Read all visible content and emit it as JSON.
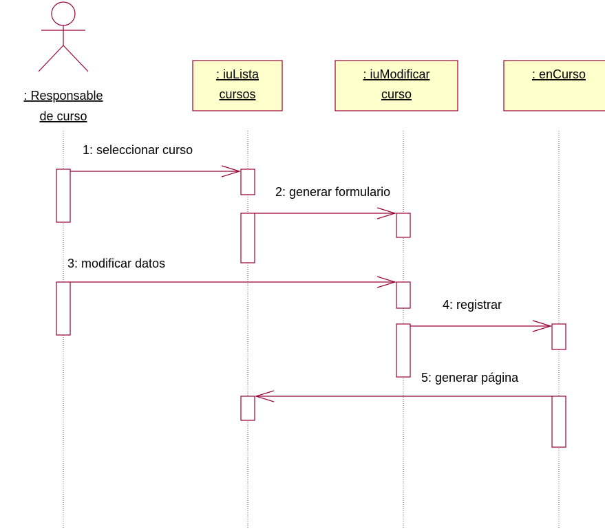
{
  "colors": {
    "object_fill": "#ffffcc",
    "object_border": "#990033",
    "message_line": "#990033",
    "activation_border": "#990033",
    "lifeline": "#555555"
  },
  "actor": {
    "icon": "stick-figure-actor-icon",
    "label_line1": ": Responsable",
    "label_line2": "de curso"
  },
  "objects": [
    {
      "id": "iulista",
      "line1": ": iuLista",
      "line2": "cursos"
    },
    {
      "id": "iumodificar",
      "line1": ": iuModificar",
      "line2": "curso"
    },
    {
      "id": "encurso",
      "line1": ": enCurso",
      "line2": ""
    }
  ],
  "messages": [
    {
      "number": 1,
      "label": "1: seleccionar curso",
      "from": "actor",
      "to": "iulista"
    },
    {
      "number": 2,
      "label": "2: generar formulario",
      "from": "iulista",
      "to": "iumodificar"
    },
    {
      "number": 3,
      "label": "3: modificar datos",
      "from": "actor",
      "to": "iumodificar"
    },
    {
      "number": 4,
      "label": "4: registrar",
      "from": "iumodificar",
      "to": "encurso"
    },
    {
      "number": 5,
      "label": "5: generar página",
      "from": "encurso",
      "to": "iulista"
    }
  ]
}
